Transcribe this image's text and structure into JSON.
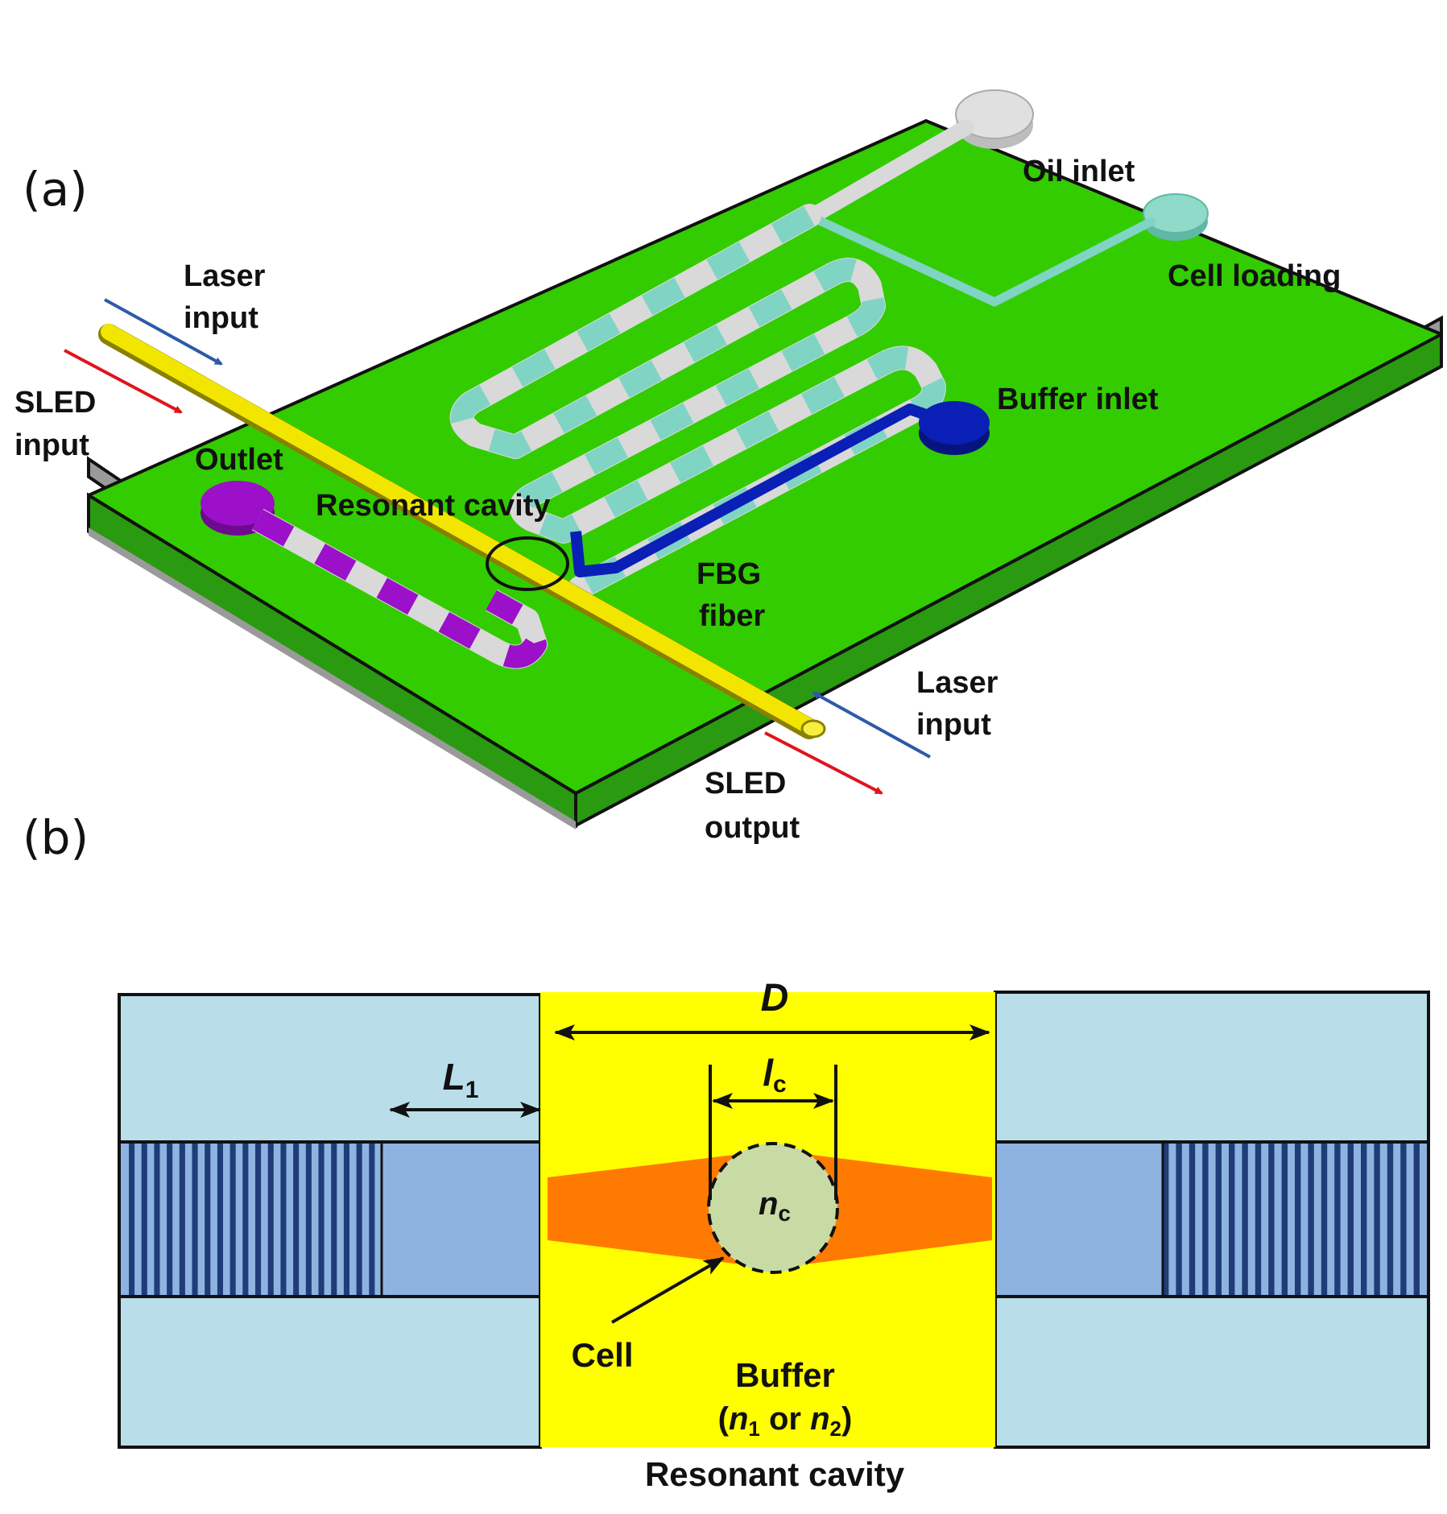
{
  "panel_a": {
    "tag": "(a)",
    "labels": {
      "oil_inlet": "Oil inlet",
      "cell_loading": "Cell loading",
      "buffer_inlet": "Buffer inlet",
      "outlet": "Outlet",
      "resonant_cavity": "Resonant cavity",
      "fbg_line1": "FBG",
      "fbg_line2": "fiber",
      "laser_in_left_1": "Laser",
      "laser_in_left_2": "input",
      "sled_in_1": "SLED",
      "sled_in_2": "input",
      "laser_in_right_1": "Laser",
      "laser_in_right_2": "input",
      "sled_out_1": "SLED",
      "sled_out_2": "output"
    },
    "colors": {
      "chip_top": "#33cc00",
      "chip_side": "#2a9a10",
      "fiber": "#f2e600",
      "oil": "#d9d9d9",
      "cell_channel": "#7fd4c4",
      "buffer": "#0a1fb5",
      "outlet": "#9b10c8",
      "laser_arrow": "#2d5aa8",
      "sled_arrow": "#e0141c"
    }
  },
  "panel_b": {
    "tag": "(b)",
    "D": "D",
    "L": "L",
    "L_sub": "1",
    "lc": "l",
    "lc_sub": "c",
    "nc": "n",
    "nc_sub": "c",
    "cell": "Cell",
    "buffer": "Buffer",
    "n_open": "(",
    "n1": "n",
    "n1_sub": "1",
    "or_word": " or ",
    "n2": "n",
    "n2_sub": "2",
    "n_close": ")",
    "caption": "Resonant cavity",
    "colors": {
      "cladding": "#b9dee9",
      "core": "#8eb3e1",
      "grating": "#1f3c78",
      "cavity": "#ffff00",
      "beam": "#ff7a00",
      "cell": "#c9dba5"
    }
  }
}
